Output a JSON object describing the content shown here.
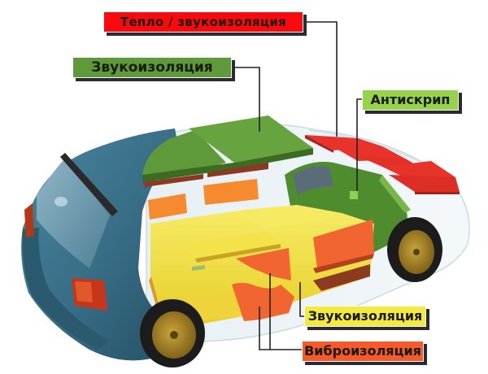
{
  "diagram": {
    "subject": "car-interior-insulation-zones",
    "labels": {
      "thermo_sound": {
        "text": "Тепло  /  звукоизоляция",
        "color": "#fa0a0c"
      },
      "sound_roof": {
        "text": "Звукоизоляция",
        "color": "#5e993a"
      },
      "anti_squeak": {
        "text": "Антискрип",
        "color": "#96d34a"
      },
      "sound_floor": {
        "text": "Звукоизоляция",
        "color": "#f2ea3c"
      },
      "vibro": {
        "text": "Виброизоляция",
        "color": "#f45a2a"
      }
    },
    "colors": {
      "body": "#3f7088",
      "roof_panels": "#5e993a",
      "hood_panels": "#e8332a",
      "dashboard": "#4f8c2e",
      "floor": "#f0de3a",
      "vibration_pads": "#f06530",
      "side_pads": "#f58a2e",
      "leader_lines": "#222222"
    }
  }
}
